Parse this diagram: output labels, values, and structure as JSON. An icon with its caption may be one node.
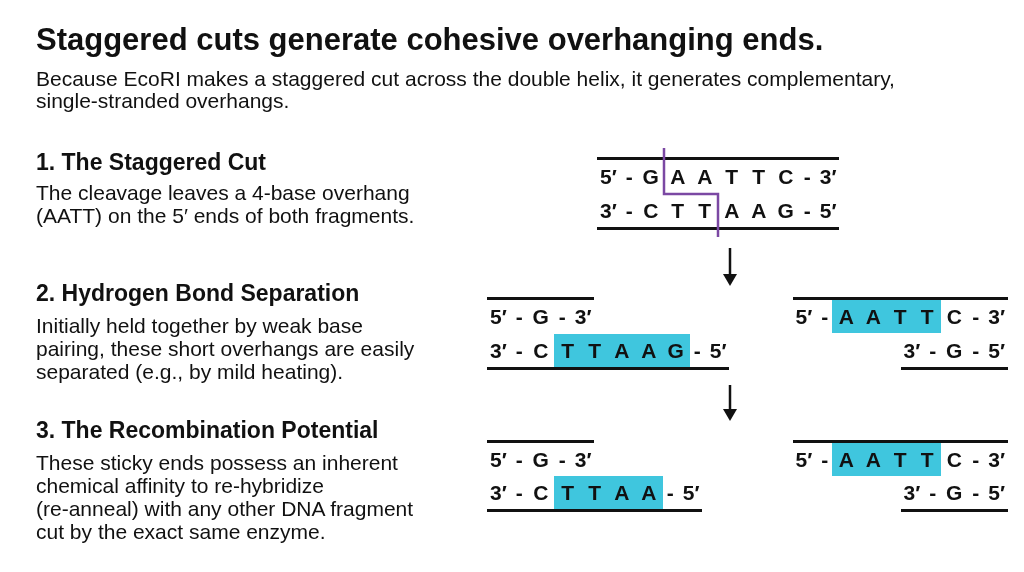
{
  "diagram": {
    "title": "Staggered cuts generate cohesive overhanging ends.",
    "labels": [
      "Because EcoRI makes a staggered cut across the double helix, it generates complementary, single-stranded overhangs.",
      "1. The Staggered Cut",
      "The cleavage leaves a 4-base overhang (AATT) on the 5′ ends of both fragments.",
      "5′ - G A A T T C - 3′",
      "3′ - C T T A A G - 5′",
      "2. Hydrogen Bond Separation",
      "Initially held together by weak base pairing, these short overhangs are easily separated (e.g., by mild heating).",
      "5′ - G - 3′",
      "3′ - C T T A A G - 5′",
      "5′ - A A T T C - 3′",
      "3′ - G - 5′",
      "3. The Recombination Potential",
      "These sticky ends possess an inherent chemical affinity to re-hybridize (re-anneal) with any other DNA fragment cut by the exact same enzyme.",
      "5′ - G - 3′",
      "3′ - C T T A A - 5′",
      "5′ - A A T T C - 3′",
      "3′ - G - 5′"
    ]
  }
}
